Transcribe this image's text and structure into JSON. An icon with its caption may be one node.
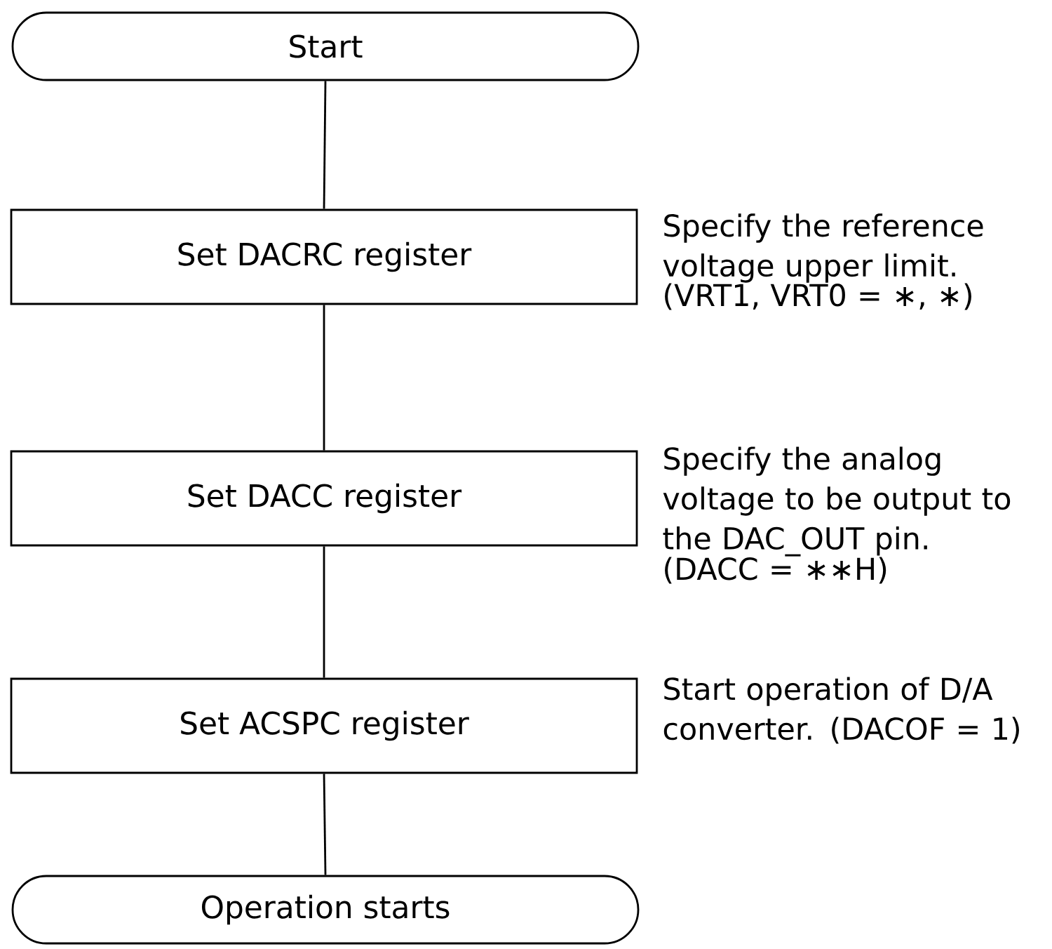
{
  "diagram": {
    "nodes": [
      {
        "text": [
          "Start"
        ]
      },
      {
        "text": [
          "Set DACRC register"
        ],
        "beside": [
          "Specify the reference voltage upper limit.",
          "(VRT1, VRT0 = ∗, ∗)"
        ]
      },
      {
        "text": [
          "Set DACC register"
        ],
        "beside": [
          "Specify the analog voltage to be output to the DAC_OUT pin.",
          "(DACC = ∗∗H)"
        ]
      },
      {
        "text": [
          "Set ACSPC register"
        ],
        "beside": [
          "Start operation of D/A converter. (DACOF = 1)"
        ]
      },
      {
        "text": [
          "Operation starts"
        ]
      }
    ],
    "edges": [
      {
        "from": 0,
        "to": 1,
        "arrow": "none"
      },
      {
        "from": 1,
        "to": 2,
        "arrow": "none"
      },
      {
        "from": 2,
        "to": 3,
        "arrow": "none"
      },
      {
        "from": 3,
        "to": 4,
        "arrow": "none"
      }
    ]
  }
}
